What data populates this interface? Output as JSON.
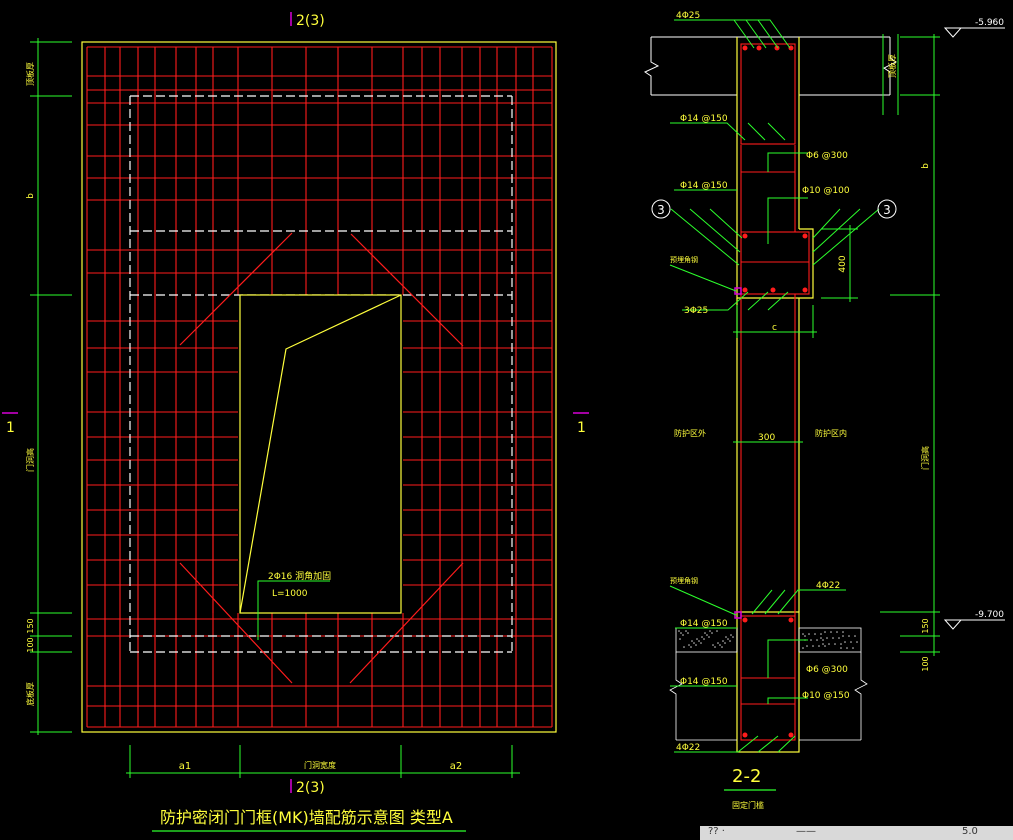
{
  "colors": {
    "background": "#000000",
    "rebar": "#ff1c1c",
    "outline": "#ffff3c",
    "dimension": "#2cff2c",
    "label": "#ffff3c",
    "marker": "#d800d8",
    "white": "#ffffff"
  },
  "left_view": {
    "top_section_mark": "2(3)",
    "bottom_section_mark": "2(3)",
    "left_section_mark": "1",
    "right_section_mark": "1",
    "left_dims": [
      "顶板厚",
      "b",
      "门洞高",
      "150",
      "100",
      "底板厚"
    ],
    "bottom_dims": [
      "a1",
      "门洞宽度",
      "a2"
    ],
    "rebar_note_1": "2Φ16 洞角加固",
    "rebar_note_2": "L=1000",
    "title": "防护密闭门门框(MK)墙配筋示意图  类型A"
  },
  "right_view": {
    "labels": {
      "top_bars": "4Φ25",
      "stirrup_1": "Φ14 @150",
      "tie_1": "Φ6 @300",
      "stirrup_2": "Φ14 @150",
      "tie_2": "Φ10 @100",
      "section_callout_left": "3",
      "section_callout_right": "3",
      "embedded_angle_top": "预埋角钢",
      "bottom_bars_beam": "3Φ25",
      "beam_depth": "400",
      "beam_width_symbol": "c",
      "wall_thickness": "300",
      "protected_side_left": "防护区外",
      "protected_side_right": "防护区内",
      "embedded_angle_bottom": "预埋角钢",
      "threshold_bars": "4Φ22",
      "stirrup_3": "Φ14 @150",
      "tie_3": "Φ6 @300",
      "stirrup_4": "Φ14 @150",
      "tie_4": "Φ10 @150",
      "bottom_bars": "4Φ22",
      "section_name": "2-2",
      "section_caption": "固定门槛"
    },
    "elevations": {
      "top": "-5.960",
      "bottom": "-9.700"
    },
    "right_dims": [
      "顶板厚",
      "b",
      "门洞高",
      "150",
      "100"
    ]
  },
  "status_bar": {
    "items": [
      "?? ·",
      "——",
      "5.0"
    ]
  }
}
